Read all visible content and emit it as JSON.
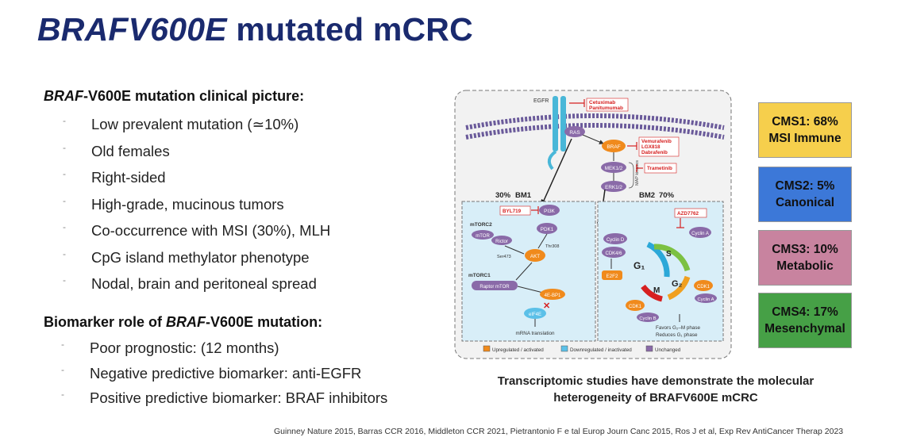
{
  "title": {
    "part1": "BRAFV600E",
    "part2": " mutated mCRC"
  },
  "clinical": {
    "heading_italic": "BRAF",
    "heading_rest": "-V600E mutation clinical picture:",
    "items": [
      "Low prevalent mutation (≃10%)",
      "Old females",
      "Right-sided",
      "High-grade, mucinous tumors",
      "Co-occurrence with MSI (30%), MLH",
      "CpG island methylator phenotype",
      "Nodal, brain and peritoneal spread"
    ]
  },
  "biomarker": {
    "heading_pre": "Biomarker role of ",
    "heading_italic": "BRAF",
    "heading_rest": "-V600E mutation:",
    "items": [
      "Poor prognostic: (12 months)",
      "Negative predictive biomarker: anti-EGFR",
      "Positive predictive biomarker: BRAF inhibitors"
    ]
  },
  "bullet_glyph": "-",
  "diagram": {
    "egfr": "EGFR",
    "drugs_egfr": [
      "Cetuximab",
      "Panitumumab"
    ],
    "ras": "RAS",
    "braf": "BRAF",
    "drugs_braf": [
      "Vemurafenib",
      "LGX818",
      "Dabrafenib"
    ],
    "mek": "MEK1/2",
    "erk": "ERK1/2",
    "trametinib": "Trametinib",
    "map_kinases": "MAP kinases",
    "bm1_pct": "30%",
    "bm1": "BM1",
    "bm2": "BM2",
    "bm2_pct": "70%",
    "byl": "BYL719",
    "pi3k": "PI3K",
    "mtorc2": "mTORC2",
    "mtor": "mTOR",
    "rictor": "Rictor",
    "pdk1": "PDK1",
    "thr308": "Thr308",
    "ser473": "Ser473",
    "akt": "AKT",
    "mtorc1": "mTORC1",
    "raptor_mtor": "Raptor  mTOR",
    "ebp1": "4E-BP1",
    "eif4e": "eIF4E",
    "mrna": "mRNA translation",
    "azd": "AZD7762",
    "cyclin_d": "Cyclin D",
    "cdk46": "CDK4/6",
    "e2f2": "E2F2",
    "cyclin_a": "Cyclin A",
    "cdk1": "CDK1",
    "cyclin_a2": "Cyclin A",
    "cdk1b": "CDK1",
    "cyclin_b": "Cyclin B",
    "g1": "G₁",
    "s": "S",
    "g2": "G₂",
    "m": "M",
    "favors": "Favors G₂–M phase",
    "reduces": "Reduces G₁ phase",
    "legend": [
      "Upregulated / activated",
      "Downregulated / inactivated",
      "Unchanged"
    ],
    "colors": {
      "up": "#f08a1c",
      "down": "#5bc0e8",
      "unchanged": "#8a6aa8",
      "drug": "#d62020"
    }
  },
  "cms": [
    {
      "line1": "CMS1: 68%",
      "line2": "MSI Immune",
      "color": "#f6cf4c"
    },
    {
      "line1": "CMS2: 5%",
      "line2": "Canonical",
      "color": "#3c78d8"
    },
    {
      "line1": "CMS3: 10%",
      "line2": "Metabolic",
      "color": "#c8839f"
    },
    {
      "line1": "CMS4: 17%",
      "line2": "Mesenchymal",
      "color": "#46a046"
    }
  ],
  "caption": {
    "line1": "Transcriptomic studies have demonstrate the molecular",
    "line2": "heterogeneity of BRAFV600E mCRC"
  },
  "references": "Guinney Nature 2015, Barras CCR 2016, Middleton CCR 2021, Pietrantonio F e tal  Europ Journ Canc  2015, Ros J et al, Exp Rev AntiCancer Therap 2023",
  "colors": {
    "title": "#1a2a6e"
  }
}
